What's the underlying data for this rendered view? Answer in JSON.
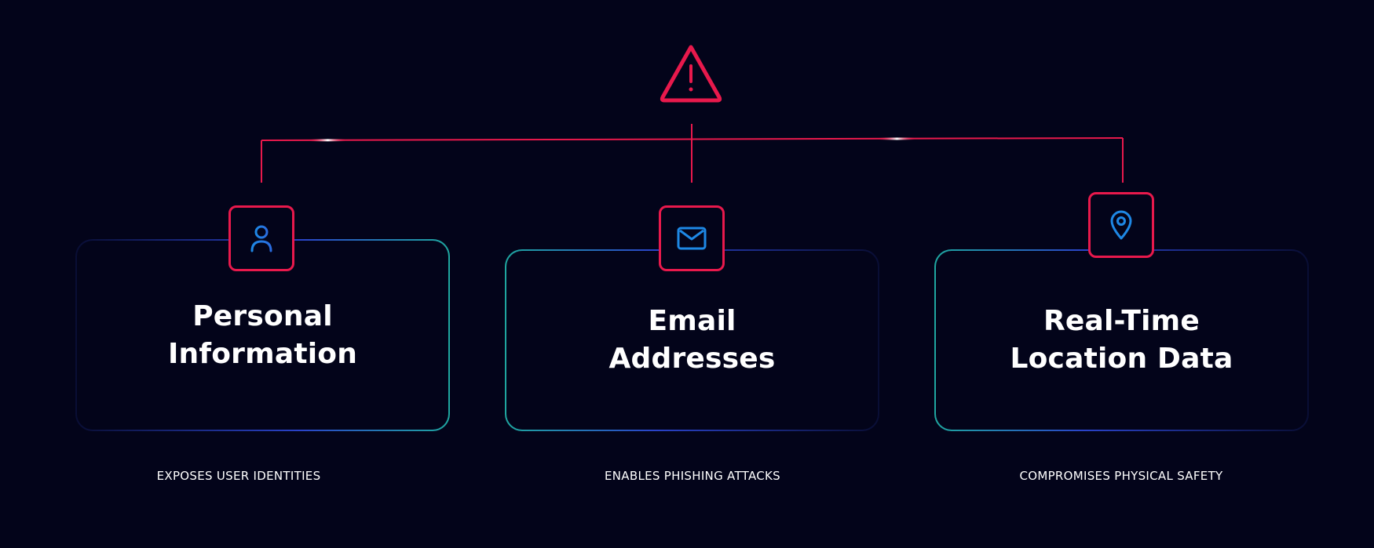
{
  "diagram": {
    "root_icon": "warning-triangle-icon",
    "colors": {
      "background": "#03041a",
      "accent_red": "#e8194c",
      "icon_blue": "#1e88e5",
      "border_blue": "#2a43c9",
      "border_teal": "#1fa7a0"
    },
    "cards": [
      {
        "icon": "user-icon",
        "title": "Personal\nInformation",
        "caption": "EXPOSES USER IDENTITIES"
      },
      {
        "icon": "mail-icon",
        "title": "Email\nAddresses",
        "caption": "ENABLES PHISHING ATTACKS"
      },
      {
        "icon": "location-pin-icon",
        "title": "Real-Time\nLocation Data",
        "caption": "COMPROMISES PHYSICAL SAFETY"
      }
    ]
  }
}
